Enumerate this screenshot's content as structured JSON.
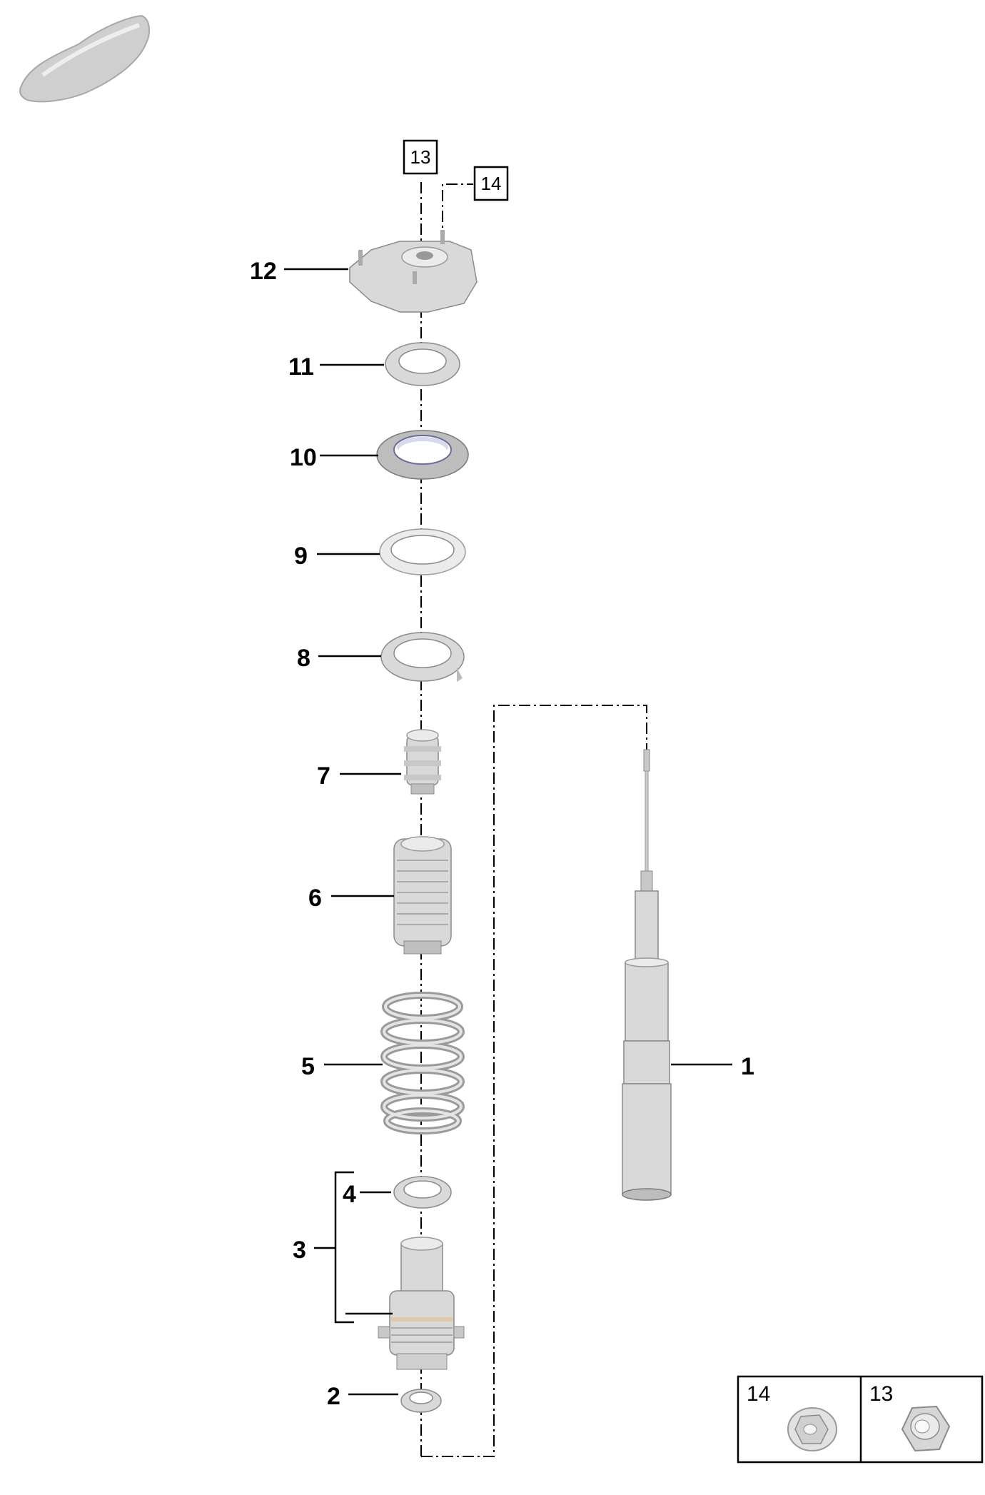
{
  "header": {
    "vehicle_icon": "car-silhouette-icon"
  },
  "callouts": [
    {
      "id": "1",
      "label": "1"
    },
    {
      "id": "2",
      "label": "2"
    },
    {
      "id": "3",
      "label": "3"
    },
    {
      "id": "4",
      "label": "4"
    },
    {
      "id": "5",
      "label": "5"
    },
    {
      "id": "6",
      "label": "6"
    },
    {
      "id": "7",
      "label": "7"
    },
    {
      "id": "8",
      "label": "8"
    },
    {
      "id": "9",
      "label": "9"
    },
    {
      "id": "10",
      "label": "10"
    },
    {
      "id": "11",
      "label": "11"
    },
    {
      "id": "12",
      "label": "12"
    }
  ],
  "boxed_refs": [
    {
      "id": "13",
      "label": "13"
    },
    {
      "id": "14",
      "label": "14"
    }
  ],
  "legend": [
    {
      "label": "14",
      "icon": "flange-nut-icon"
    },
    {
      "label": "13",
      "icon": "hex-nut-icon"
    }
  ],
  "colors": {
    "part_fill": "#d9d9d9",
    "part_stroke": "#8a8a8a",
    "line": "#000000"
  }
}
